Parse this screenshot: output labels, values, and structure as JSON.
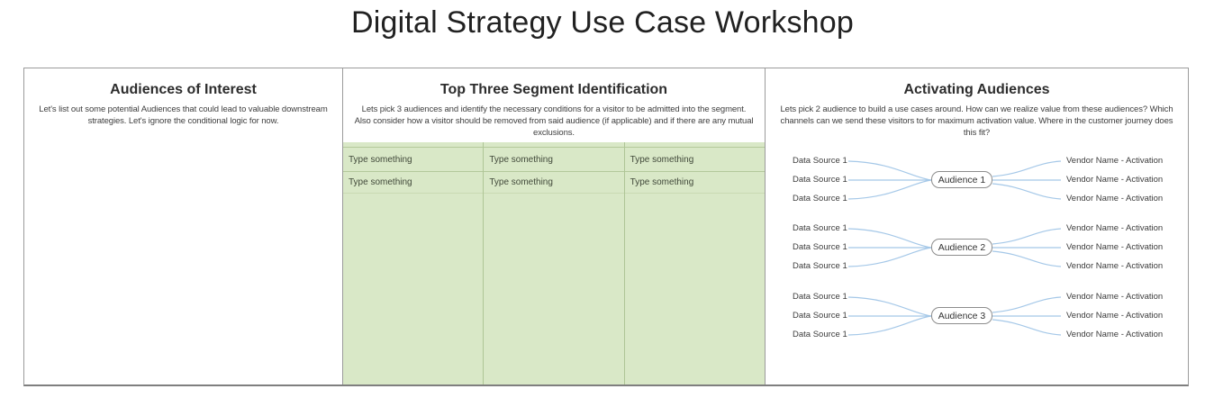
{
  "page": {
    "title": "Digital Strategy Use Case Workshop"
  },
  "colors": {
    "table_green": "#d9e8c7",
    "connector_blue": "#a5c8e8",
    "panel_border": "#9b9b9b"
  },
  "panels": {
    "audiences": {
      "title": "Audiences of Interest",
      "description": "Let's list out some potential Audiences that could lead to valuable downstream strategies. Let's ignore the conditional logic for now."
    },
    "segments": {
      "title": "Top Three Segment Identification",
      "description": "Lets pick 3 audiences and identify the necessary conditions for a visitor to be admitted into the segment. Also consider how a visitor should be removed from said audience (if applicable) and if there are any mutual exclusions.",
      "table": {
        "columns": [
          {
            "cells": [
              "Type something",
              "Type something"
            ]
          },
          {
            "cells": [
              "Type something",
              "Type something"
            ]
          },
          {
            "cells": [
              "Type something",
              "Type something"
            ]
          }
        ]
      }
    },
    "activation": {
      "title": "Activating Audiences",
      "description": "Lets pick 2 audience to build a use cases around. How can we realize value from these audiences? Which channels can we send these visitors to for maximum activation value. Where in the customer journey does this fit?",
      "groups": [
        {
          "audience": "Audience 1",
          "sources": [
            "Data Source 1",
            "Data Source 1",
            "Data Source 1"
          ],
          "vendors": [
            "Vendor Name - Activation",
            "Vendor Name - Activation",
            "Vendor Name - Activation"
          ]
        },
        {
          "audience": "Audience 2",
          "sources": [
            "Data Source 1",
            "Data Source 1",
            "Data Source 1"
          ],
          "vendors": [
            "Vendor Name - Activation",
            "Vendor Name - Activation",
            "Vendor Name - Activation"
          ]
        },
        {
          "audience": "Audience 3",
          "sources": [
            "Data Source 1",
            "Data Source 1",
            "Data Source 1"
          ],
          "vendors": [
            "Vendor Name - Activation",
            "Vendor Name - Activation",
            "Vendor Name - Activation"
          ]
        }
      ]
    }
  }
}
